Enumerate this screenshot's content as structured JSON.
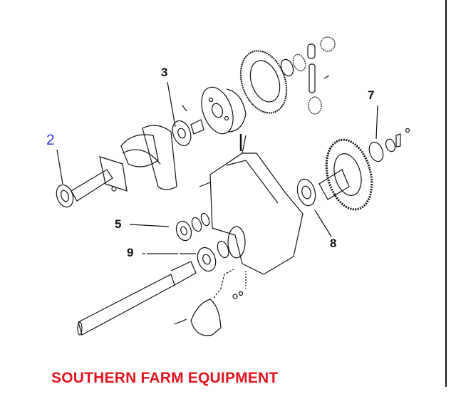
{
  "callouts": {
    "c2": "2",
    "c3": "3",
    "c5": "5",
    "c7": "7",
    "c8": "8",
    "c9": "9"
  },
  "brand": "SOUTHERN FARM EQUIPMENT",
  "colors": {
    "brand": "#e3141f",
    "callout_highlight": "#3b3fd6",
    "line": "#111111"
  }
}
